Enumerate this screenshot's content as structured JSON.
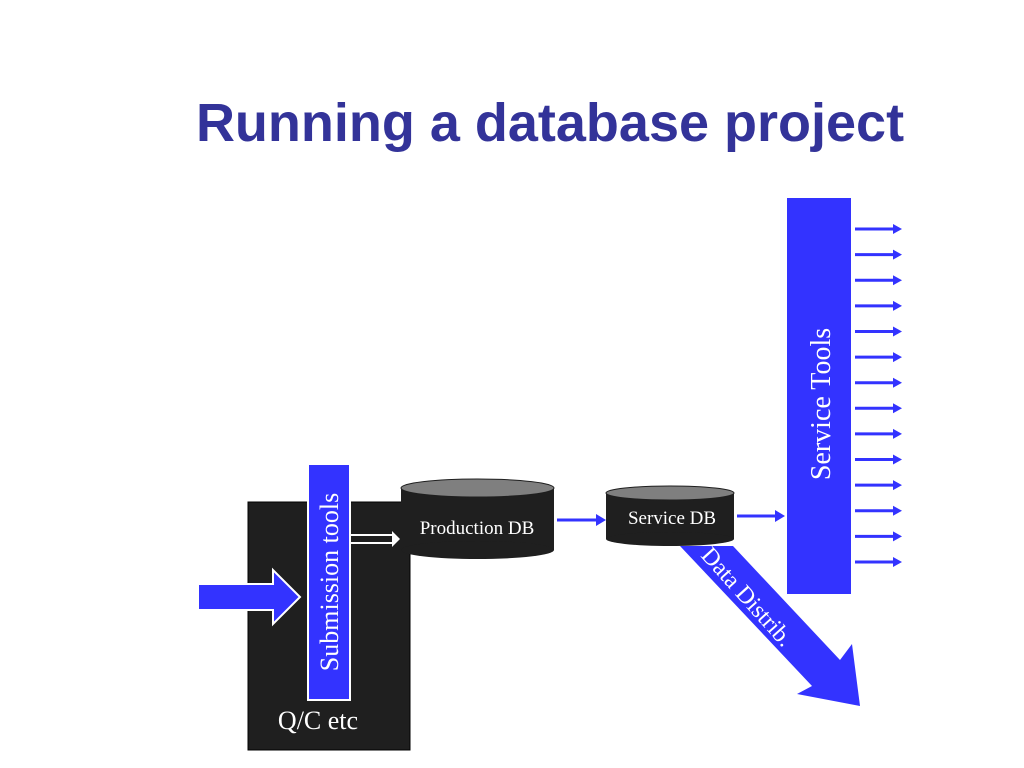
{
  "slide": {
    "title": "Running a database project"
  },
  "diagram": {
    "qc_box_label": "Q/C etc",
    "submission_tools_label": "Submission tools",
    "production_db_label": "Production DB",
    "service_db_label": "Service DB",
    "service_tools_label": "Service Tools",
    "data_distrib_label": "Data Distrib.",
    "output_arrow_count": 14
  },
  "colors": {
    "title": "#333399",
    "accent_blue": "#3333ff",
    "dark_fill": "#1f1f1f",
    "db_top": "#7f7f7f",
    "white": "#ffffff"
  }
}
